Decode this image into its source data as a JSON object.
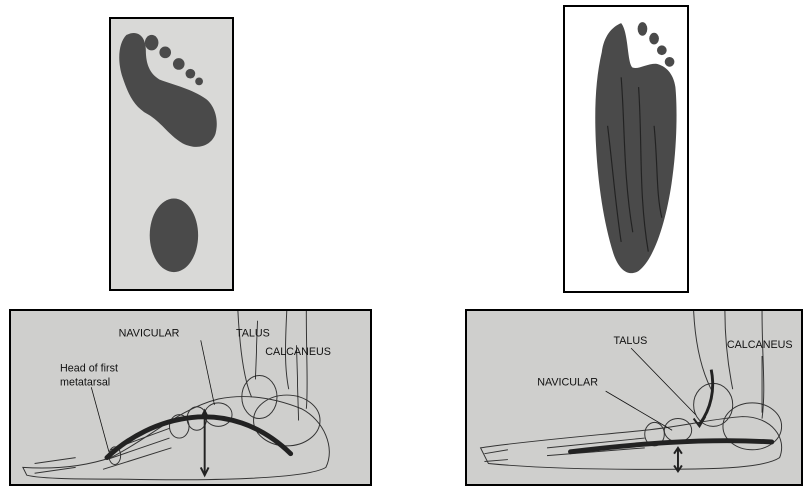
{
  "high_arch": {
    "labels": {
      "navicular": "NAVICULAR",
      "talus": "TALUS",
      "calcaneus": "CALCANEUS",
      "head_line1": "Head of first",
      "head_line2": "metatarsal"
    }
  },
  "flat_foot": {
    "labels": {
      "talus": "TALUS",
      "calcaneus": "CALCANEUS",
      "navicular": "NAVICULAR"
    }
  },
  "colors": {
    "footprint_ink": "#4a4a4a",
    "panel_bg": "#cfcfcd",
    "arch_bar": "#222222"
  }
}
